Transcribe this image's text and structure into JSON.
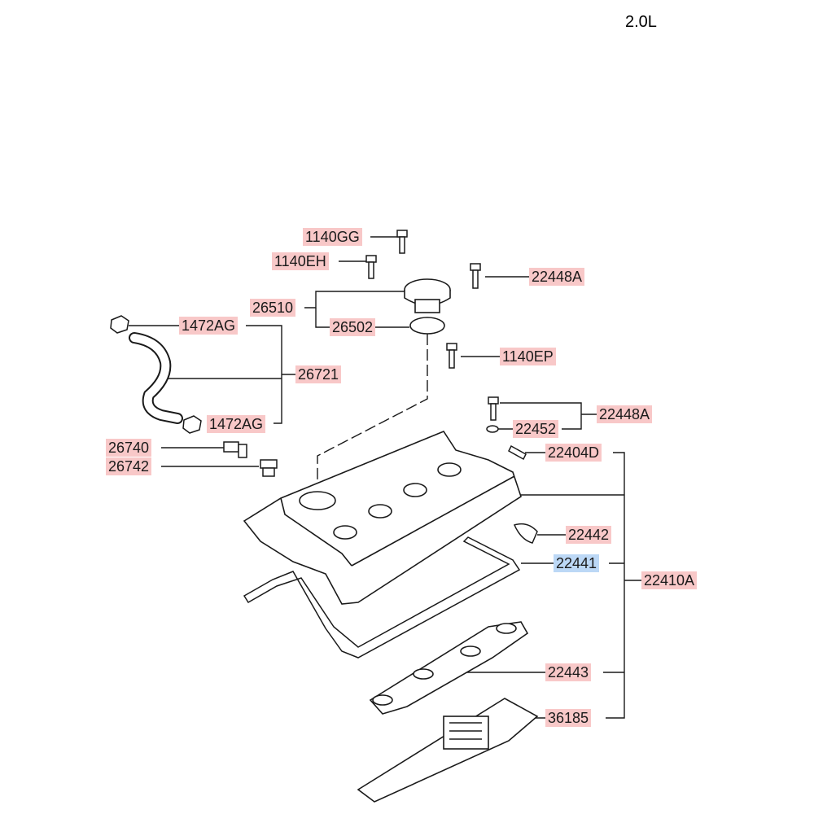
{
  "engine_label": "2.0L",
  "colors": {
    "tag_default": "#f8c8c8",
    "tag_selected": "#bcd8f6",
    "line": "#1a1a1a"
  },
  "parts": [
    {
      "id": "1140GG",
      "label": "1140GG",
      "selected": false
    },
    {
      "id": "1140EH",
      "label": "1140EH",
      "selected": false
    },
    {
      "id": "22448A-top",
      "label": "22448A",
      "selected": false
    },
    {
      "id": "26510",
      "label": "26510",
      "selected": false
    },
    {
      "id": "26502",
      "label": "26502",
      "selected": false
    },
    {
      "id": "1472AG-top",
      "label": "1472AG",
      "selected": false
    },
    {
      "id": "1140EP",
      "label": "1140EP",
      "selected": false
    },
    {
      "id": "26721",
      "label": "26721",
      "selected": false
    },
    {
      "id": "22448A-mid",
      "label": "22448A",
      "selected": false
    },
    {
      "id": "1472AG-bot",
      "label": "1472AG",
      "selected": false
    },
    {
      "id": "22452",
      "label": "22452",
      "selected": false
    },
    {
      "id": "26740",
      "label": "26740",
      "selected": false
    },
    {
      "id": "22404D",
      "label": "22404D",
      "selected": false
    },
    {
      "id": "26742",
      "label": "26742",
      "selected": false
    },
    {
      "id": "22442",
      "label": "22442",
      "selected": false
    },
    {
      "id": "22441",
      "label": "22441",
      "selected": true
    },
    {
      "id": "22410A",
      "label": "22410A",
      "selected": false
    },
    {
      "id": "22443",
      "label": "22443",
      "selected": false
    },
    {
      "id": "36185",
      "label": "36185",
      "selected": false
    }
  ]
}
